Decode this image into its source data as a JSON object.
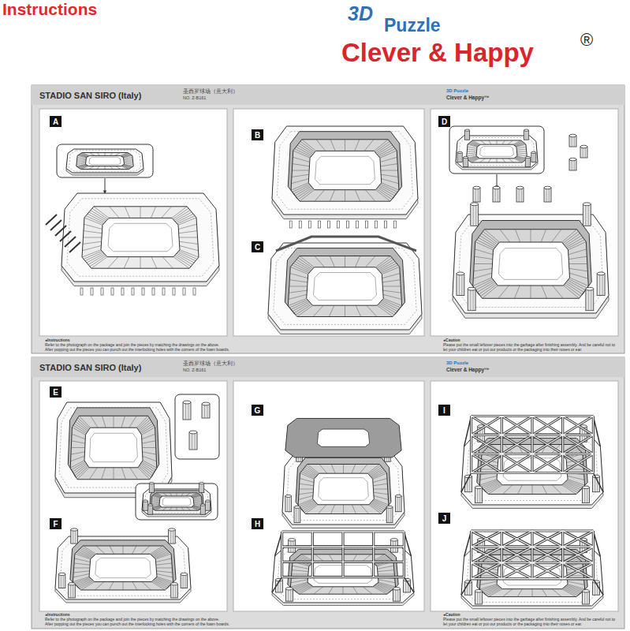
{
  "diagram": {
    "title": "Instructions",
    "nodes": [
      {
        "text": [
          "A"
        ]
      },
      {
        "text": [
          "B"
        ]
      },
      {
        "text": [
          "C"
        ]
      },
      {
        "text": [
          "D"
        ]
      },
      {
        "text": [
          "E"
        ]
      },
      {
        "text": [
          "F"
        ]
      },
      {
        "text": [
          "G"
        ]
      },
      {
        "text": [
          "H"
        ]
      },
      {
        "text": [
          "I"
        ]
      },
      {
        "text": [
          "J"
        ]
      }
    ],
    "labels": [
      "3D",
      "Puzzle",
      "Clever & Happy",
      "®",
      "STADIO SAN SIRO (Italy)",
      "圣西罗球场（意大利）",
      "NO. Z-B161",
      "3D Puzzle",
      "Clever & Happy™",
      "●Instructions",
      "Refer to the photograph on the package and join the pieces by matching the drawings on the above.",
      "After popping out the pieces you can punch out the interlocking holes with the corners of the foam boards.",
      "●Caution",
      "Please put the small leftover pieces into the garbage after finishing assembly. And be careful not to let your children eat or put our products or the packaging into their noses or ear.",
      "STADIO SAN SIRO (Italy)",
      "圣西罗球场（意大利）",
      "NO. Z-B161",
      "3D Puzzle",
      "Clever & Happy™",
      "●Instructions",
      "Refer to the photograph on the package and join the pieces by matching the drawings on the above.",
      "After popping out the pieces you can punch out the interlocking holes with the corners of the foam boards.",
      "●Caution",
      "Please put the small leftover pieces into the garbage after finishing assembly. And be careful not to let your children eat or put our products or the packaging into their noses or ear."
    ]
  }
}
